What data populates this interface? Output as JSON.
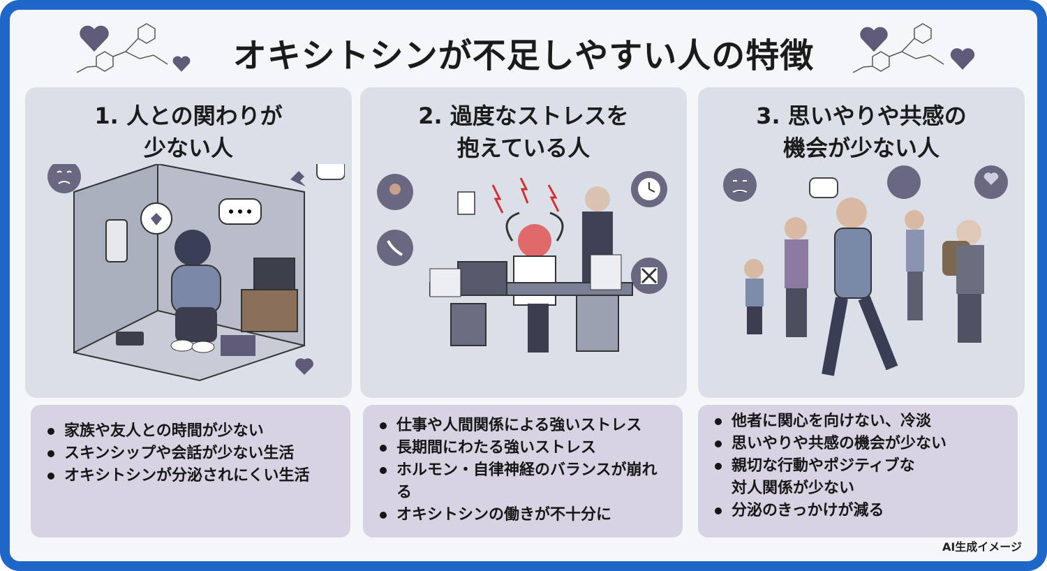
{
  "title": "オキシトシンが不足しやすい人の特徴",
  "panels": [
    {
      "title_lines": [
        "1. 人との関わりが",
        "少ない人"
      ],
      "bullets": [
        "家族や友人との時間が少ない",
        "スキンシップや会話が少ない生活",
        "オキシトシンが分泌されにくい生活"
      ],
      "illustration": "lonely-person-in-room"
    },
    {
      "title_lines": [
        "2. 過度なストレスを",
        "抱えている人"
      ],
      "bullets": [
        "仕事や人間関係による強いストレス",
        "長期間にわたる強いストレス",
        "ホルモン・自律神経のバランスが崩れる",
        "オキシトシンの働きが不十分に"
      ],
      "illustration": "stressed-office-worker"
    },
    {
      "title_lines": [
        "3. 思いやりや共感の",
        "機会が少ない人"
      ],
      "bullets": [
        "他者に関心を向けない、冷淡",
        "思いやりや共感の機会が少ない",
        "親切な行動やポジティブな",
        "対人関係が少ない",
        "分泌のきっかけが減る"
      ],
      "illustration": "indifferent-passerby"
    }
  ],
  "footer_note": "AI生成イメージ",
  "colors": {
    "frame": "#1e66c8",
    "panel": "#dbe0e8",
    "bullet_box": "#d7d3e2",
    "heart": "#5e5a78"
  }
}
